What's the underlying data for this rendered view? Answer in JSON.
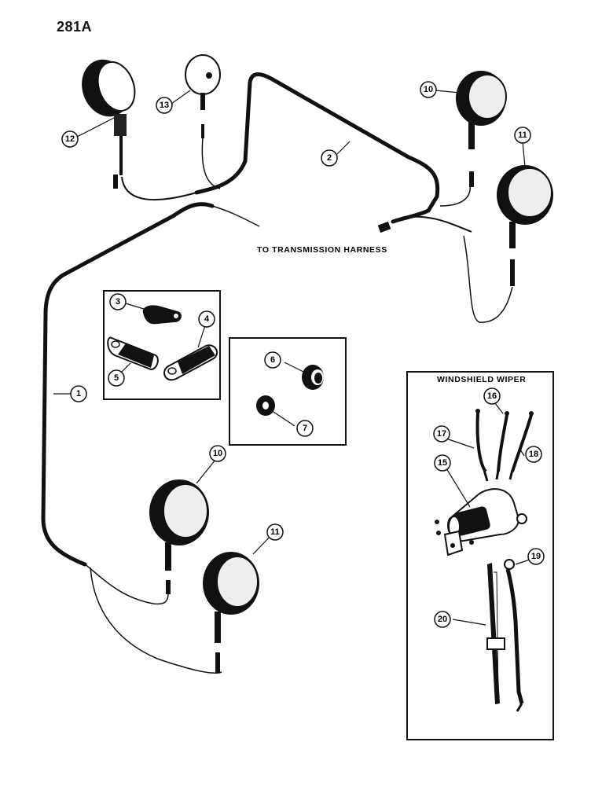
{
  "page_number": "281A",
  "labels": {
    "transmission_harness": "TO TRANSMISSION HARNESS",
    "windshield_wiper": "WINDSHIELD WIPER"
  },
  "callouts": {
    "c1": "1",
    "c2": "2",
    "c3": "3",
    "c4": "4",
    "c5": "5",
    "c6": "6",
    "c7": "7",
    "c10a": "10",
    "c11a": "11",
    "c12": "12",
    "c13": "13",
    "c10b": "10",
    "c11b": "11",
    "c15": "15",
    "c16": "16",
    "c17": "17",
    "c18": "18",
    "c19": "19",
    "c20": "20"
  }
}
